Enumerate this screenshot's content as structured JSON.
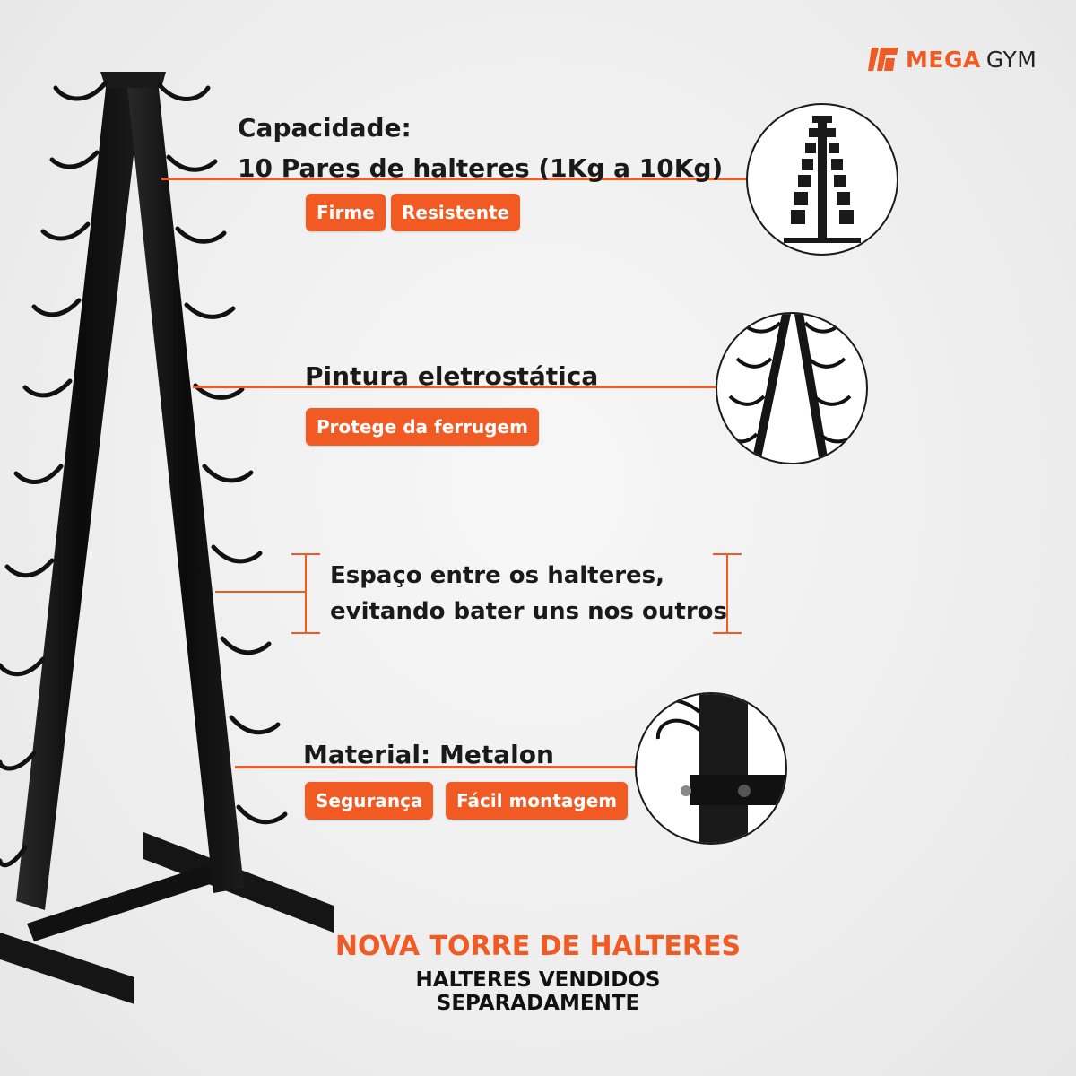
{
  "brand": {
    "part1": "MEGA",
    "part2": "GYM",
    "accent": "#f15a22"
  },
  "features": [
    {
      "title_line1": "Capacidade:",
      "title_line2": "10 Pares de halteres (1Kg a 10Kg)",
      "tags": [
        "Firme",
        "Resistente"
      ],
      "thumb": "rack-with-dumbbells"
    },
    {
      "title": "Pintura eletrostática",
      "tags": [
        "Protege da ferrugem"
      ],
      "thumb": "hooks-closeup"
    },
    {
      "line1": "Espaço entre os halteres,",
      "line2": "evitando bater uns nos outros"
    },
    {
      "title": "Material: Metalon",
      "tags": [
        "Segurança",
        "Fácil montagem"
      ],
      "thumb": "base-bolt-closeup"
    }
  ],
  "footer": {
    "title": "NOVA TORRE DE HALTERES",
    "subtitle": "HALTERES VENDIDOS SEPARADAMENTE"
  },
  "colors": {
    "accent": "#f15a22",
    "metal": "#111111",
    "background": "#efefef"
  }
}
